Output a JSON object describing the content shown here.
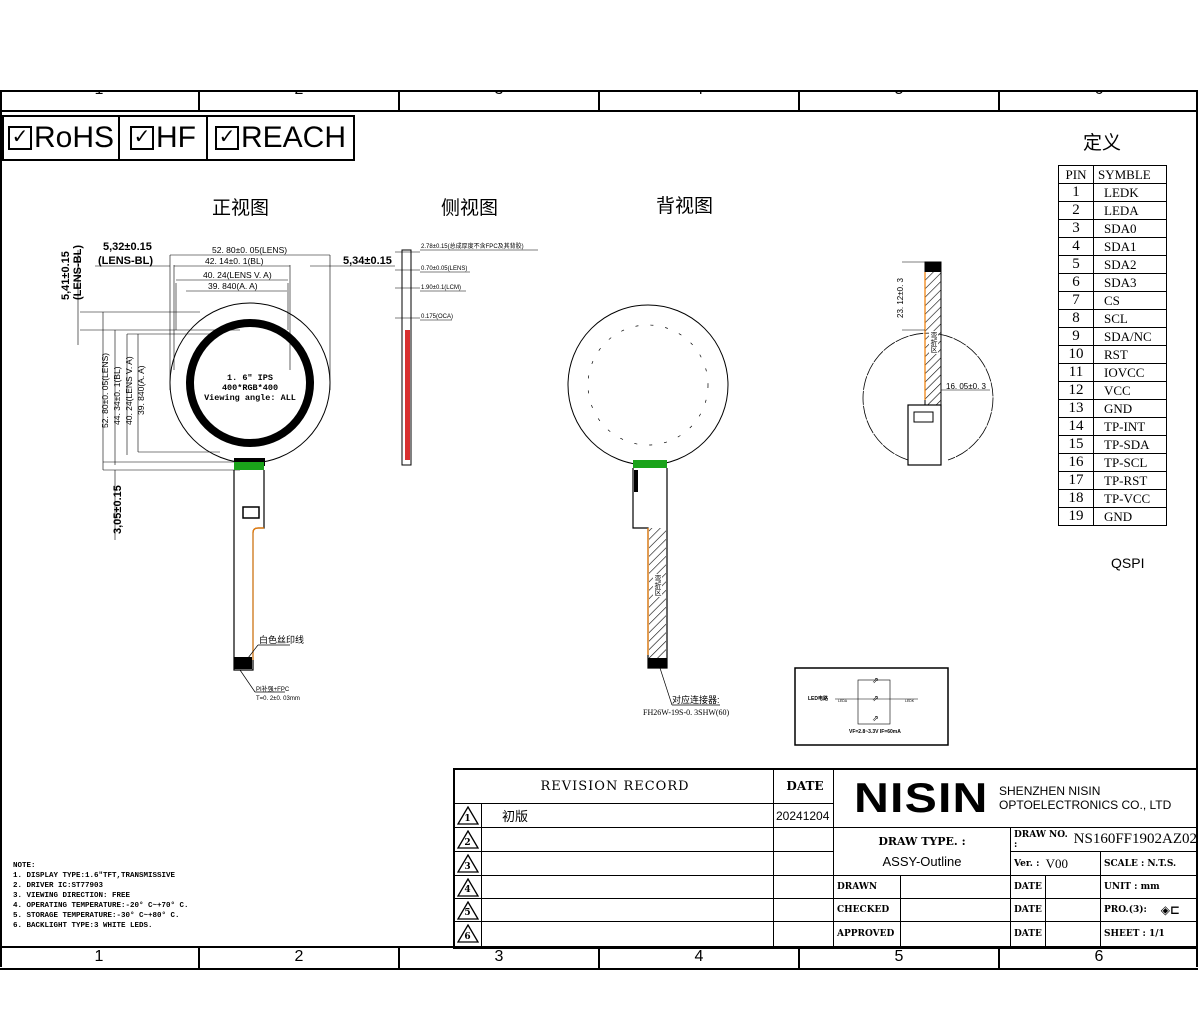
{
  "zones": [
    "1",
    "2",
    "3",
    "4",
    "5",
    "6"
  ],
  "compliance": [
    {
      "label": "RoHS",
      "checked": true
    },
    {
      "label": "HF",
      "checked": true
    },
    {
      "label": "REACH",
      "checked": true
    }
  ],
  "views": {
    "front": "正视图",
    "side": "侧视图",
    "back": "背视图"
  },
  "front_view": {
    "dim_left_bl": "5,32±0.15",
    "dim_left_bl_sub": "(LENS-BL)",
    "dim_lens_w": "52. 80±0. 05(LENS)",
    "dim_bl_w": "42. 14±0. 1(BL)",
    "dim_lens_va_w": "40. 24(LENS V. A)",
    "dim_aa_w": "39. 840(A. A)",
    "dim_right": "5,34±0.15",
    "dim_top": "5,41±0.15",
    "dim_top_sub": "(LENS-BL)",
    "dim_lens_h": "52. 80±0. 05(LENS)",
    "dim_bl_h": "44. 34±0. 1(BL)",
    "dim_lens_va_h": "40. 24(LENS V. A)",
    "dim_aa_h": "39. 840(A. A)",
    "dim_bottom": "3,05±0.15",
    "panel_line1": "1. 6\" IPS",
    "panel_line2": "400*RGB*400",
    "panel_line3": "Viewing angle: ALL",
    "label_silk": "白色丝印线",
    "label_stiffener": "PI补强+FPC",
    "label_stiffener_t": "T=0. 2±0. 03mm"
  },
  "side_view": {
    "total": "2.78±0.15(总成厚度不含FPC及其背胶)",
    "lens": "0.70±0.05(LENS)",
    "lcm": "1.90±0.1(LCM)",
    "oca": "0.175(OCA)"
  },
  "back_view": {
    "bend_zone": "弯折区",
    "connector_label": "对应连接器:",
    "connector_part": "FH26W-19S-0. 3SHW(60)"
  },
  "right_view": {
    "dim_v": "23. 12±0. 3",
    "dim_h": "16. 05±0. 3"
  },
  "led_circuit": {
    "title": "LED电路",
    "anode": "LEDA",
    "cathode": "LEDK",
    "spec": "VF=2.8~3.3V  IF=60mA"
  },
  "pin_table": {
    "title": "定义",
    "headers": [
      "PIN",
      "SYMBLE"
    ],
    "rows": [
      [
        "1",
        "LEDK"
      ],
      [
        "2",
        "LEDA"
      ],
      [
        "3",
        "SDA0"
      ],
      [
        "4",
        "SDA1"
      ],
      [
        "5",
        "SDA2"
      ],
      [
        "6",
        "SDA3"
      ],
      [
        "7",
        "CS"
      ],
      [
        "8",
        "SCL"
      ],
      [
        "9",
        "SDA/NC"
      ],
      [
        "10",
        "RST"
      ],
      [
        "11",
        "IOVCC"
      ],
      [
        "12",
        "VCC"
      ],
      [
        "13",
        "GND"
      ],
      [
        "14",
        "TP-INT"
      ],
      [
        "15",
        "TP-SDA"
      ],
      [
        "16",
        "TP-SCL"
      ],
      [
        "17",
        "TP-RST"
      ],
      [
        "18",
        "TP-VCC"
      ],
      [
        "19",
        "GND"
      ]
    ],
    "interface": "QSPI"
  },
  "notes": {
    "title": "NOTE:",
    "items": [
      "1. DISPLAY TYPE:1.6\"TFT,TRANSMISSIVE",
      "2. DRIVER IC:ST77903",
      "3. VIEWING DIRECTION: FREE",
      "4. OPERATING TEMPERATURE:-20° C~+70° C.",
      "5. STORAGE TEMPERATURE:-30° C~+80° C.",
      "6. BACKLIGHT TYPE:3 WHITE LEDS."
    ]
  },
  "title_block": {
    "revision_header": "REVISION RECORD",
    "date_header": "DATE",
    "revisions": [
      {
        "no": "1",
        "desc": "初版",
        "date": "20241204"
      },
      {
        "no": "2",
        "desc": "",
        "date": ""
      },
      {
        "no": "3",
        "desc": "",
        "date": ""
      },
      {
        "no": "4",
        "desc": "",
        "date": ""
      },
      {
        "no": "5",
        "desc": "",
        "date": ""
      },
      {
        "no": "6",
        "desc": "",
        "date": ""
      }
    ],
    "logo": "NISIN",
    "company_line1": "SHENZHEN NISIN",
    "company_line2": "OPTOELECTRONICS CO., LTD",
    "draw_type_label": "DRAW TYPE. :",
    "draw_type_value": "ASSY-Outline",
    "draw_no_label": "DRAW NO. :",
    "draw_no_value": "NS160FF1902AZ02",
    "ver_label": "Ver. :",
    "ver_value": "V00",
    "scale": "SCALE : N.T.S.",
    "unit": "UNIT : mm",
    "projection": "PRO.(3):",
    "sheet": "SHEET :  1/1",
    "drawn": "DRAWN",
    "checked": "CHECKED",
    "approved": "APPROVED",
    "date_label": "DATE"
  }
}
